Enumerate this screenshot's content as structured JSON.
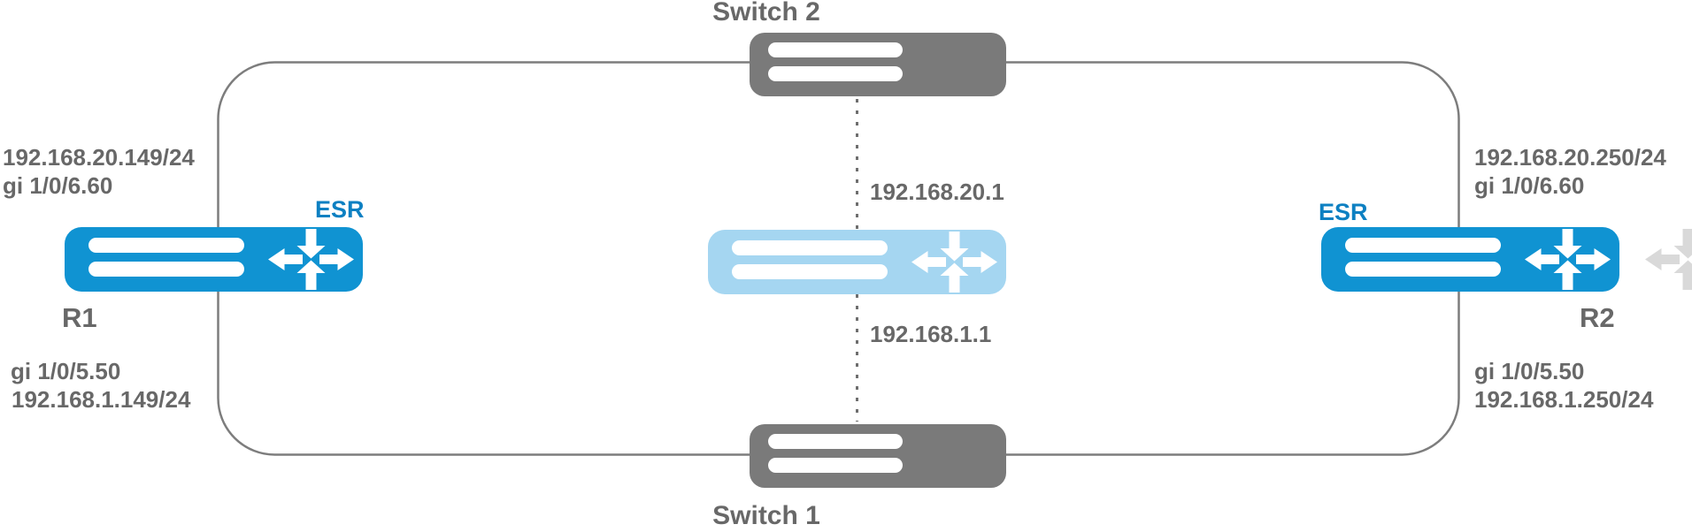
{
  "colors": {
    "router_blue": "#1093d2",
    "router_faded": "#a5d6f1",
    "switch_gray": "#7a7a7a",
    "wire_gray": "#7d7d7d",
    "dash_gray": "#6e6e6e",
    "label_gray": "#686868",
    "esr_blue": "#0d80c2"
  },
  "nodes": {
    "switch2": {
      "label": "Switch 2"
    },
    "switch1": {
      "label": "Switch 1"
    },
    "r1": {
      "name": "R1",
      "type_label": "ESR",
      "upper_ip": "192.168.20.149/24",
      "upper_iface": "gi 1/0/6.60",
      "lower_iface": "gi 1/0/5.50",
      "lower_ip": "192.168.1.149/24"
    },
    "r2": {
      "name": "R2",
      "type_label": "ESR",
      "upper_ip": "192.168.20.250/24",
      "upper_iface": "gi 1/0/6.60",
      "lower_iface": "gi 1/0/5.50",
      "lower_ip": "192.168.1.250/24"
    },
    "virtual_router": {
      "upper_vip": "192.168.20.1",
      "lower_vip": "192.168.1.1"
    }
  }
}
